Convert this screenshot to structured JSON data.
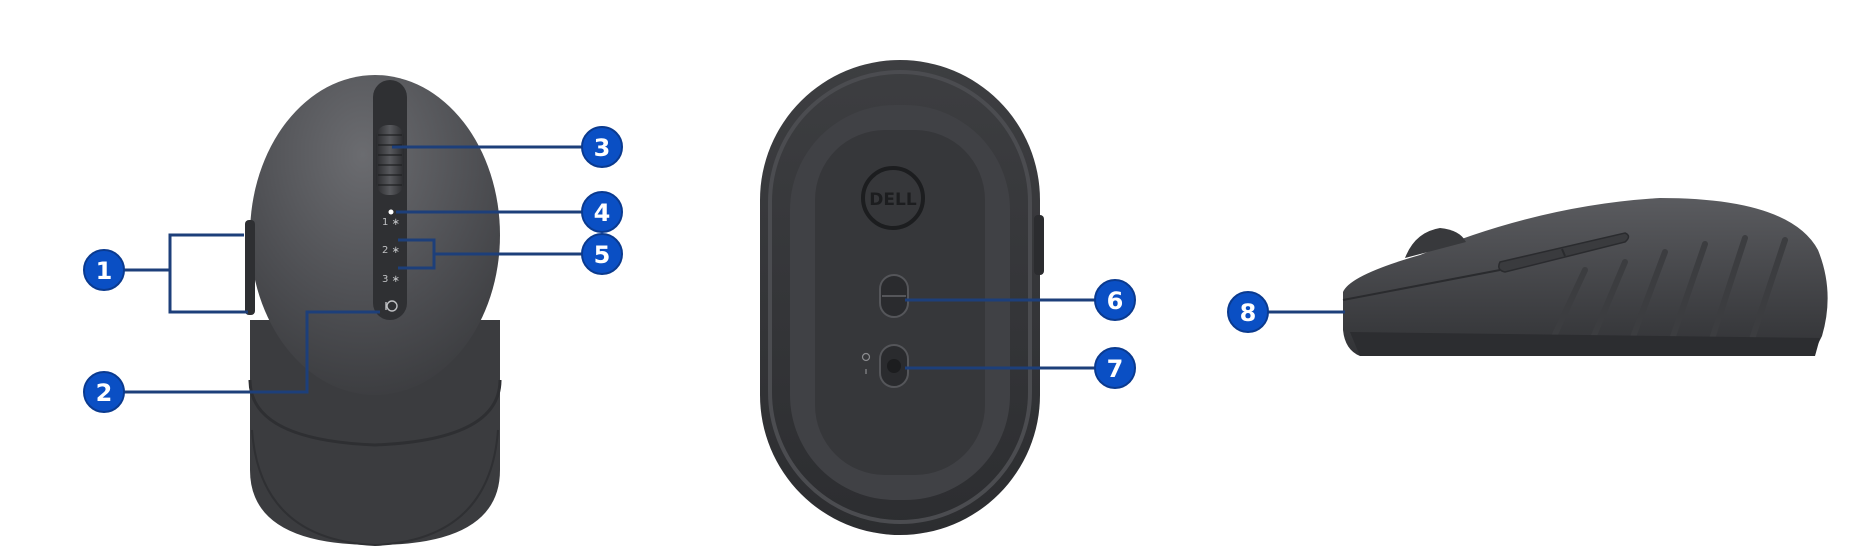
{
  "brand": {
    "text": "DELL"
  },
  "icons": {
    "channel_1": "1 ∗",
    "channel_2": "2 ∗",
    "channel_3": "3 ∗",
    "connect_switch": "connection-button-icon",
    "power": "power-icon"
  },
  "callouts": [
    {
      "label": "1"
    },
    {
      "label": "2"
    },
    {
      "label": "3"
    },
    {
      "label": "4"
    },
    {
      "label": "5"
    },
    {
      "label": "6"
    },
    {
      "label": "7"
    },
    {
      "label": "8"
    }
  ],
  "colors": {
    "callout_fill": "#0a4fc4",
    "callout_line": "#1d3f7a",
    "mouse_body": "#4a4b4f",
    "mouse_dark": "#2b2c2f"
  }
}
